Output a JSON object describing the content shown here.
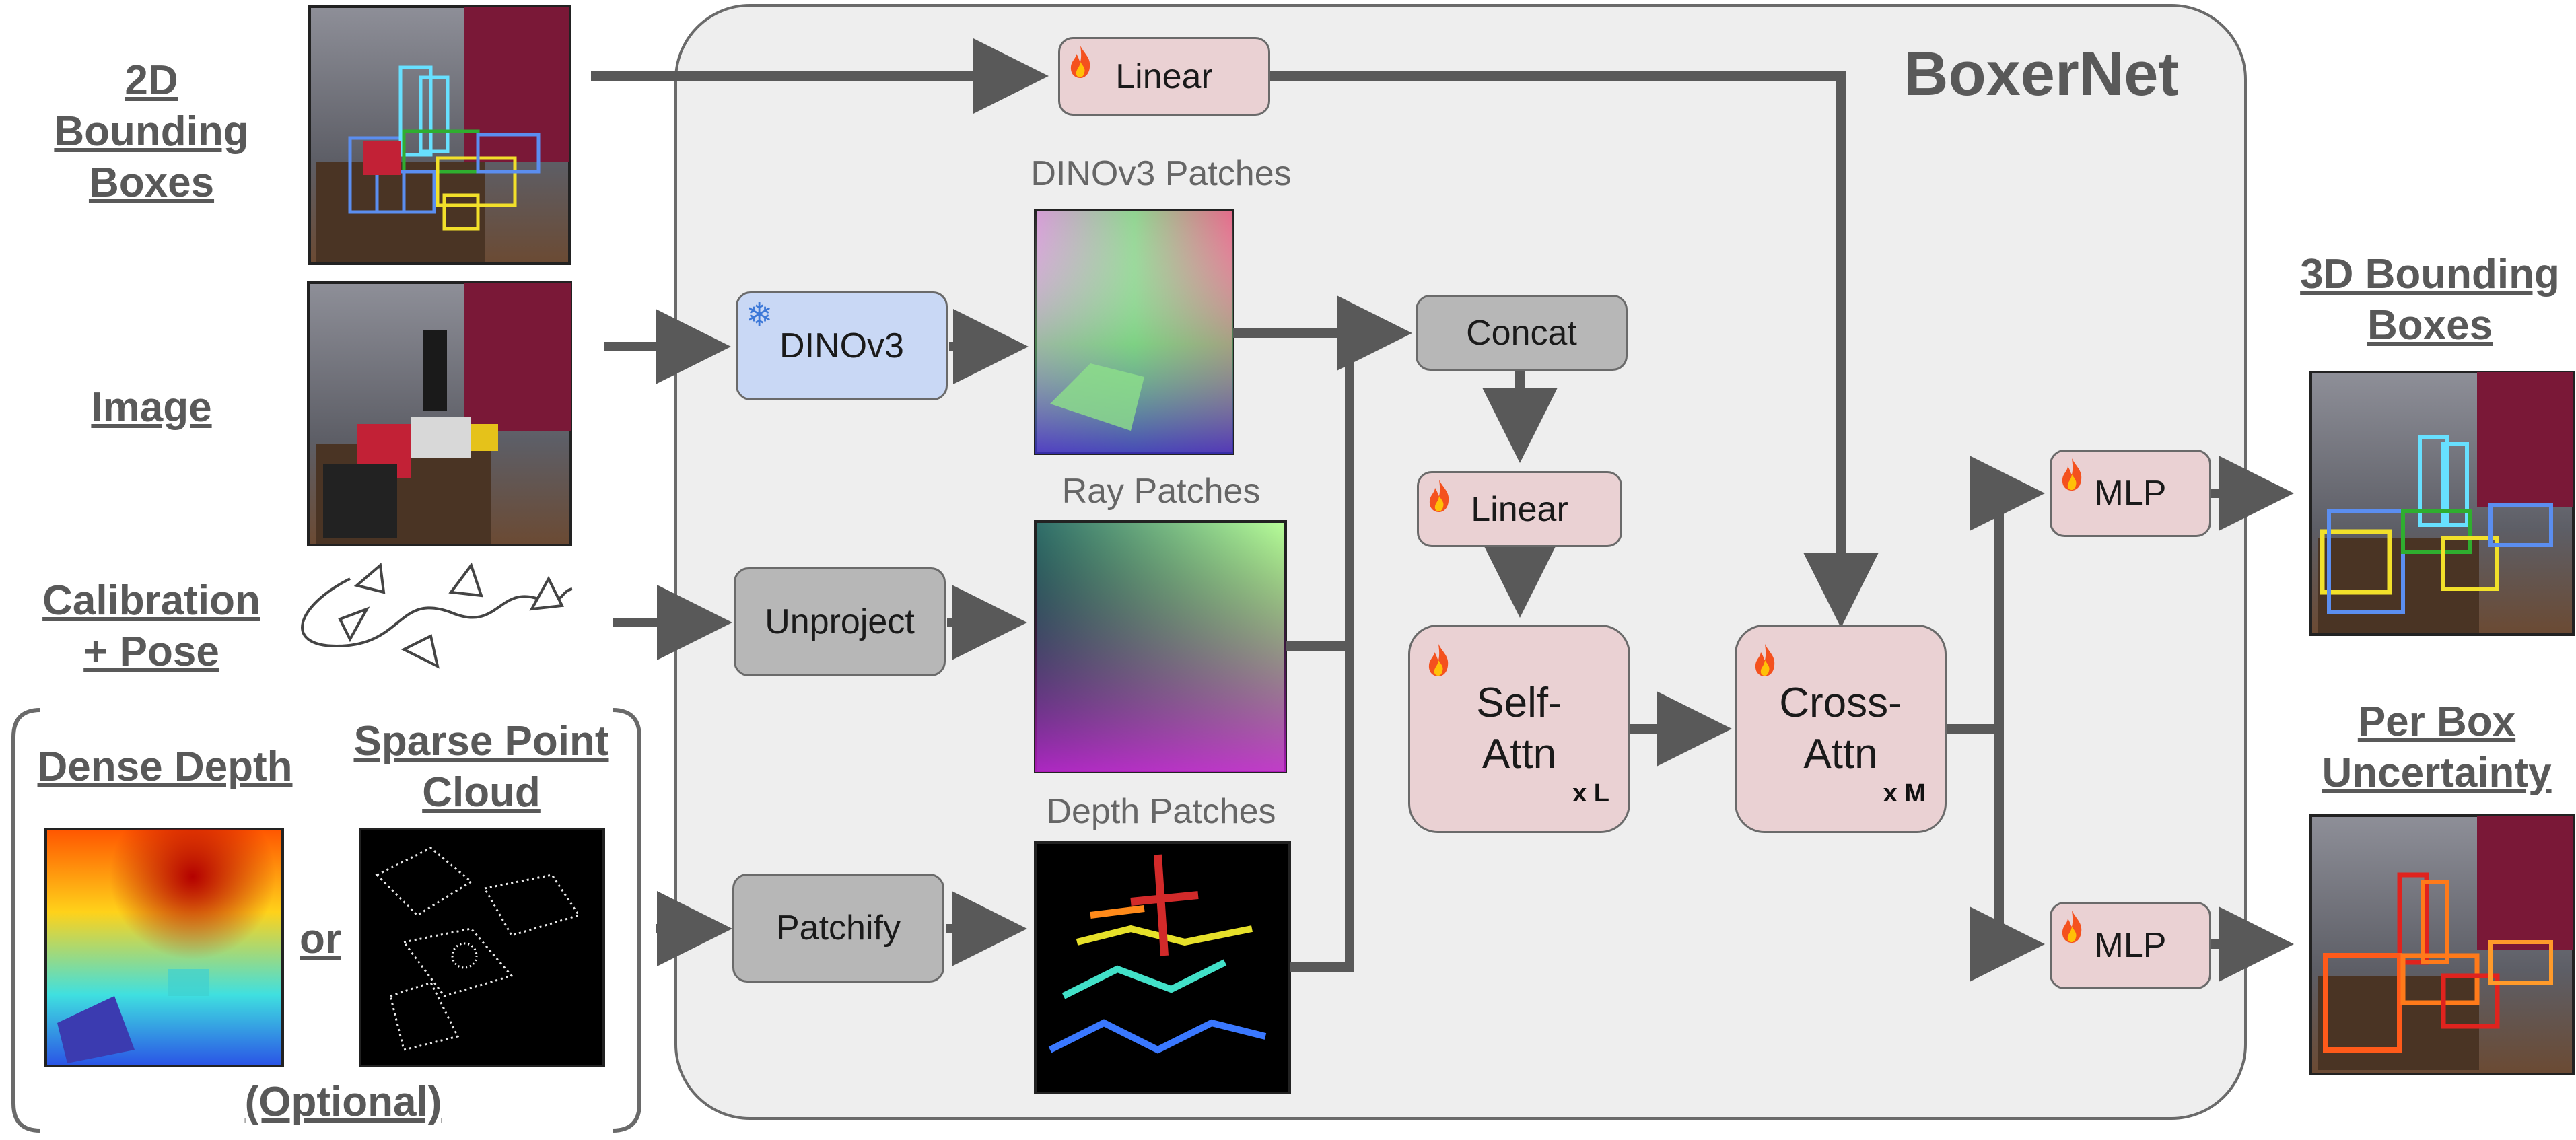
{
  "title": "BoxerNet",
  "inputs": {
    "bbox2d": "2D Bounding Boxes",
    "image": "Image",
    "calibration": "Calibration + Pose",
    "dense_depth": "Dense Depth",
    "sparse_cloud": "Sparse Point Cloud",
    "or": "or",
    "optional": "(Optional)"
  },
  "patches": {
    "dino": "DINOv3 Patches",
    "ray": "Ray Patches",
    "depth": "Depth Patches"
  },
  "nodes": {
    "linear_top": "Linear",
    "dinov3": "DINOv3",
    "unproject": "Unproject",
    "patchify": "Patchify",
    "concat": "Concat",
    "linear_mid": "Linear",
    "self_attn_1": "Self-",
    "self_attn_2": "Attn",
    "self_attn_mult": "x L",
    "cross_attn_1": "Cross-",
    "cross_attn_2": "Attn",
    "cross_attn_mult": "x M",
    "mlp_top": "MLP",
    "mlp_bottom": "MLP"
  },
  "outputs": {
    "bbox3d": "3D Bounding Boxes",
    "uncertainty": "Per Box Uncertainty"
  },
  "icons": {
    "trainable": "flame-icon",
    "frozen": "snowflake-icon"
  },
  "colors": {
    "trainable_fill": "#ead1d3",
    "frozen_fill": "#c9d8f5",
    "op_fill": "#b7b7b7",
    "panel_fill": "#eeeeee",
    "arrow": "#595959"
  }
}
